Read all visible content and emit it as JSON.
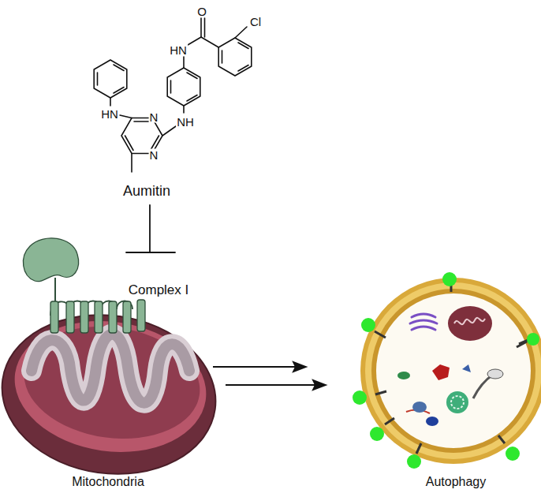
{
  "diagram": {
    "labels": [
      "O",
      "Cl",
      "HN",
      "HN",
      "N",
      "NH",
      "N",
      "Aumitin",
      "Complex I",
      "Mitochondria",
      "Autophagy"
    ]
  }
}
